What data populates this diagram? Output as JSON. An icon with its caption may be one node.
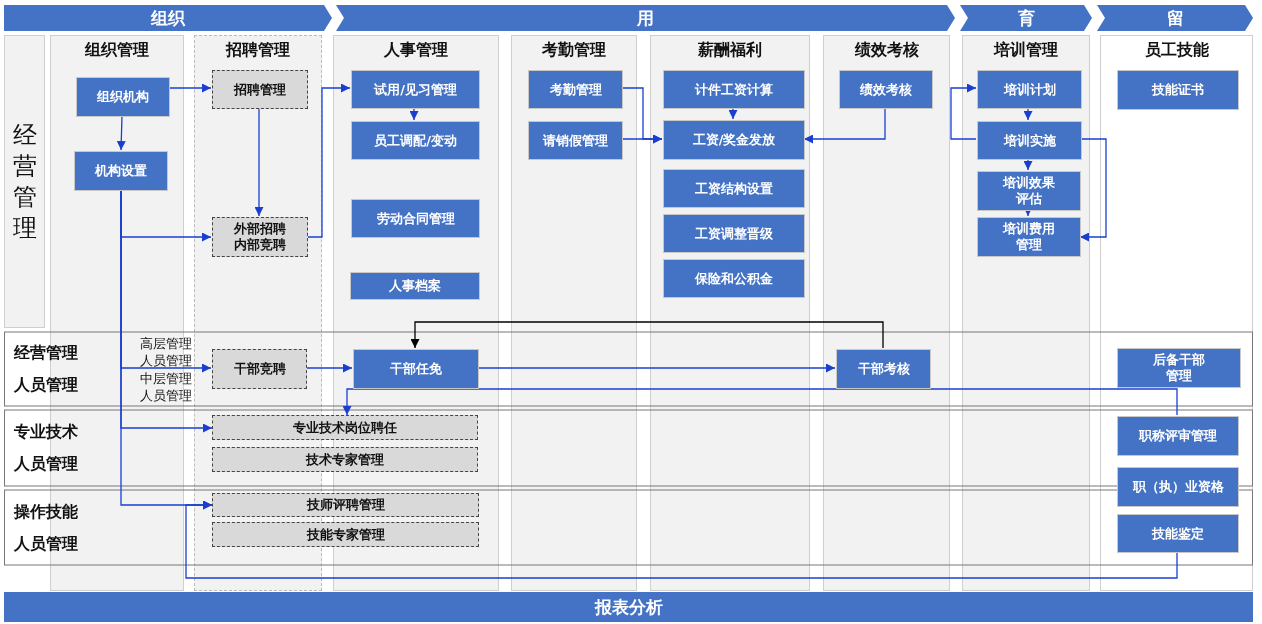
{
  "diagram": {
    "nodes": [
      {
        "text": [
          "组织"
        ]
      },
      {
        "text": [
          "用"
        ]
      },
      {
        "text": [
          "育"
        ]
      },
      {
        "text": [
          "留"
        ]
      },
      {
        "text": [
          "经营管理"
        ]
      },
      {
        "text": [
          "组织管理"
        ]
      },
      {
        "text": [
          "招聘管理"
        ]
      },
      {
        "text": [
          "人事管理"
        ]
      },
      {
        "text": [
          "考勤管理"
        ]
      },
      {
        "text": [
          "薪酬福利"
        ]
      },
      {
        "text": [
          "绩效考核"
        ]
      },
      {
        "text": [
          "培训管理"
        ]
      },
      {
        "text": [
          "员工技能"
        ]
      },
      {
        "text": [
          "组织机构"
        ],
        "in": 5
      },
      {
        "text": [
          "机构设置"
        ],
        "in": 5
      },
      {
        "text": [
          "招聘管理"
        ],
        "in": 6
      },
      {
        "text": [
          "外部招聘内部竞聘"
        ],
        "in": 6
      },
      {
        "text": [
          "试用/见习管理"
        ],
        "in": 7
      },
      {
        "text": [
          "员工调配/变动"
        ],
        "in": 7
      },
      {
        "text": [
          "劳动合同管理"
        ],
        "in": 7
      },
      {
        "text": [
          "人事档案"
        ],
        "in": 7
      },
      {
        "text": [
          "考勤管理"
        ],
        "in": 8
      },
      {
        "text": [
          "请销假管理"
        ],
        "in": 8
      },
      {
        "text": [
          "计件工资计算"
        ],
        "in": 9
      },
      {
        "text": [
          "工资/奖金发放"
        ],
        "in": 9
      },
      {
        "text": [
          "工资结构设置"
        ],
        "in": 9
      },
      {
        "text": [
          "工资调整晋级"
        ],
        "in": 9
      },
      {
        "text": [
          "保险和公积金"
        ],
        "in": 9
      },
      {
        "text": [
          "绩效考核"
        ],
        "in": 10
      },
      {
        "text": [
          "培训计划"
        ],
        "in": 11
      },
      {
        "text": [
          "培训实施"
        ],
        "in": 11
      },
      {
        "text": [
          "培训效果评估"
        ],
        "in": 11
      },
      {
        "text": [
          "培训费用管理"
        ],
        "in": 11
      },
      {
        "text": [
          "技能证书"
        ],
        "in": 12
      },
      {
        "text": [
          "经营管理人员管理"
        ]
      },
      {
        "text": [
          "专业技术人员管理"
        ]
      },
      {
        "text": [
          "操作技能人员管理"
        ]
      },
      {
        "text": [
          "干部竞聘"
        ],
        "in": 6
      },
      {
        "text": [
          "干部任免"
        ],
        "in": 7
      },
      {
        "text": [
          "干部考核"
        ],
        "in": 10
      },
      {
        "text": [
          "后备干部管理"
        ],
        "in": 12
      },
      {
        "text": [
          "专业技术岗位聘任"
        ]
      },
      {
        "text": [
          "技术专家管理"
        ]
      },
      {
        "text": [
          "技师评聘管理"
        ]
      },
      {
        "text": [
          "技能专家管理"
        ]
      },
      {
        "text": [
          "职称评审管理"
        ],
        "in": 12
      },
      {
        "text": [
          "职（执）业资格"
        ],
        "in": 12
      },
      {
        "text": [
          "技能鉴定"
        ],
        "in": 12
      },
      {
        "text": [
          "报表分析"
        ]
      }
    ],
    "edges": [
      {
        "from": 13,
        "to": 15,
        "arrow": "to"
      },
      {
        "from": 13,
        "to": 14,
        "arrow": "to"
      },
      {
        "from": 15,
        "to": 16,
        "arrow": "to"
      },
      {
        "from": 14,
        "to": 16,
        "arrow": "to"
      },
      {
        "from": 14,
        "to": 37,
        "arrow": "to"
      },
      {
        "from": 14,
        "to": 41,
        "arrow": "to"
      },
      {
        "from": 14,
        "to": 43,
        "arrow": "to"
      },
      {
        "from": 16,
        "to": 17,
        "arrow": "to"
      },
      {
        "from": 17,
        "to": 18,
        "arrow": "to"
      },
      {
        "from": 21,
        "to": 24,
        "arrow": "to"
      },
      {
        "from": 22,
        "to": 24,
        "arrow": "to"
      },
      {
        "from": 23,
        "to": 24,
        "arrow": "to"
      },
      {
        "from": 28,
        "to": 24,
        "arrow": "to"
      },
      {
        "from": 30,
        "to": 29,
        "arrow": "to"
      },
      {
        "from": 29,
        "to": 30,
        "arrow": "to"
      },
      {
        "from": 30,
        "to": 31,
        "arrow": "to"
      },
      {
        "from": 31,
        "to": 32,
        "arrow": "to"
      },
      {
        "from": 30,
        "to": 32,
        "arrow": "to"
      },
      {
        "from": 37,
        "to": 38,
        "arrow": "to"
      },
      {
        "from": 38,
        "to": 39,
        "arrow": "to"
      },
      {
        "from": 39,
        "to": 38,
        "arrow": "to",
        "color": "#000000"
      },
      {
        "from": 45,
        "to": 41,
        "arrow": "to"
      },
      {
        "from": 47,
        "to": 43,
        "arrow": "to"
      }
    ],
    "labels": [
      "高层管理人员管理",
      "中层管理人员管理"
    ]
  }
}
